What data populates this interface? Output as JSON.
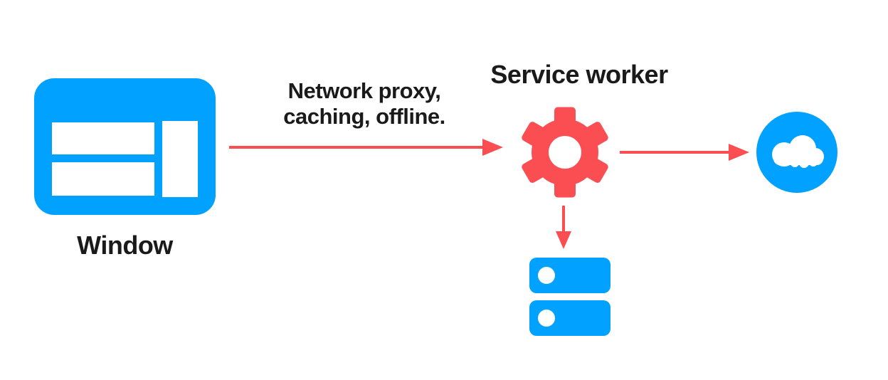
{
  "colors": {
    "blue": "#00a1ff",
    "red": "#fb4e53",
    "text": "#1a1a1a",
    "background": "#ffffff"
  },
  "diagram": {
    "window": {
      "label": "Window",
      "icon": "browser-window-icon"
    },
    "service_worker": {
      "label": "Service worker",
      "icon": "gear-icon"
    },
    "edge_window_to_service_worker": {
      "label_line1": "Network proxy,",
      "label_line2": "caching, offline."
    },
    "network": {
      "icon": "cloud-icon"
    },
    "cache_storage": {
      "icon": "storage-icon",
      "drives": 2
    }
  }
}
